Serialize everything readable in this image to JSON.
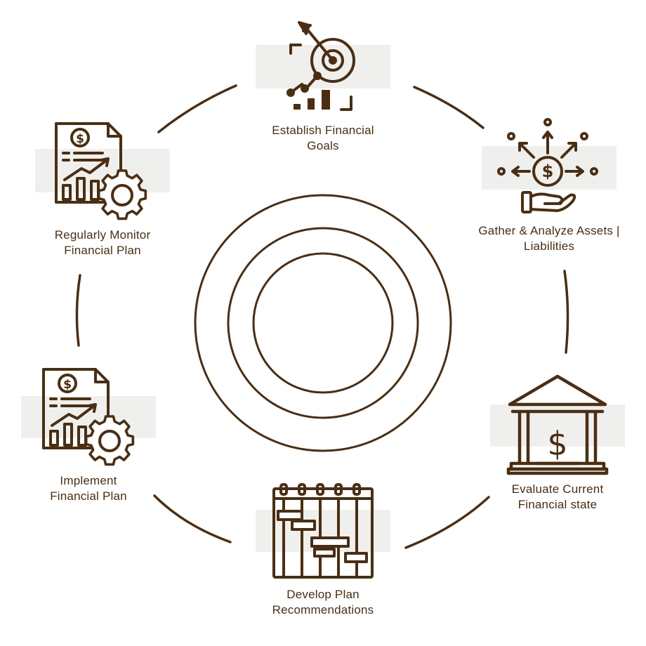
{
  "colors": {
    "primary": "#4b2e12",
    "band": "#eff0ee",
    "background": "#ffffff"
  },
  "steps": [
    {
      "icon": "target-growth-icon",
      "label_lines": [
        "Establish Financial",
        "Goals"
      ]
    },
    {
      "icon": "hand-money-distribution-icon",
      "label_lines": [
        "Gather & Analyze Assets |",
        "Liabilities"
      ]
    },
    {
      "icon": "bank-icon",
      "label_lines": [
        "Evaluate Current",
        "Financial state"
      ]
    },
    {
      "icon": "gantt-calendar-icon",
      "label_lines": [
        "Develop Plan",
        "Recommendations"
      ]
    },
    {
      "icon": "financial-report-gear-icon",
      "label_lines": [
        "Implement",
        "Financial Plan"
      ]
    },
    {
      "icon": "financial-report-gear-icon",
      "label_lines": [
        "Regularly Monitor",
        "Financial Plan"
      ]
    }
  ]
}
